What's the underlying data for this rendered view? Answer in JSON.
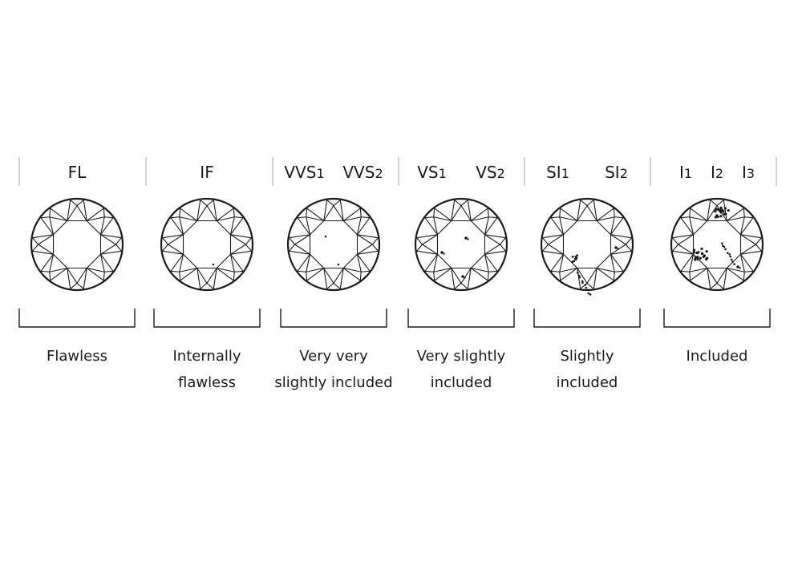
{
  "title": "",
  "columns": [
    {
      "id": "fl",
      "grades": [
        {
          "base": "FL",
          "sub": ""
        }
      ],
      "description": [
        "Flawless"
      ],
      "inclusions": []
    },
    {
      "id": "if",
      "grades": [
        {
          "base": "IF",
          "sub": ""
        }
      ],
      "description": [
        "Internally",
        "flawless"
      ],
      "inclusions": [
        "pinpoint"
      ]
    },
    {
      "id": "vvs",
      "grades": [
        {
          "base": "VVS",
          "sub": "1"
        },
        {
          "base": "VVS",
          "sub": "2"
        }
      ],
      "description": [
        "Very very",
        "slightly included"
      ],
      "inclusions": [
        "pinpoint",
        "pinpoint"
      ]
    },
    {
      "id": "vs",
      "grades": [
        {
          "base": "VS",
          "sub": "1"
        },
        {
          "base": "VS",
          "sub": "2"
        }
      ],
      "description": [
        "Very slightly",
        "included"
      ],
      "inclusions": [
        "dot",
        "dot",
        "dot"
      ]
    },
    {
      "id": "si",
      "grades": [
        {
          "base": "SI",
          "sub": "1"
        },
        {
          "base": "SI",
          "sub": "2"
        }
      ],
      "description": [
        "Slightly",
        "included"
      ],
      "inclusions": [
        "cluster",
        "feather",
        "dot"
      ]
    },
    {
      "id": "i",
      "grades": [
        {
          "base": "I",
          "sub": "1"
        },
        {
          "base": "I",
          "sub": "2"
        },
        {
          "base": "I",
          "sub": "3"
        }
      ],
      "description": [
        "Included"
      ],
      "inclusions": [
        "heavy-cluster",
        "heavy-cluster",
        "feather",
        "dot"
      ]
    }
  ],
  "colors": {
    "line": "#1a1a1a",
    "divider": "#bdbdbd",
    "background": "#ffffff"
  }
}
